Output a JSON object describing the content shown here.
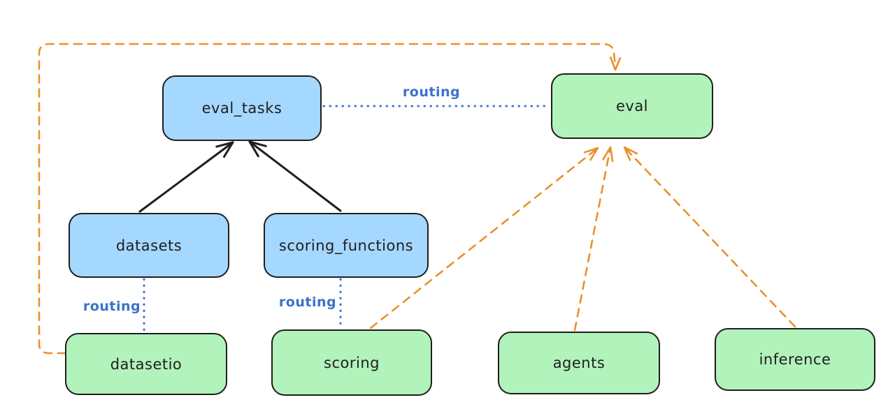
{
  "diagram": {
    "colors": {
      "blue_node_fill": "#a5d8ff",
      "green_node_fill": "#b2f2bb",
      "node_stroke": "#1e1e1e",
      "orange_edge": "#e8912d",
      "routing_blue": "#3b72c8",
      "background": "#ffffff"
    },
    "nodes": {
      "eval_tasks": {
        "label": "eval_tasks",
        "fill": "blue"
      },
      "eval": {
        "label": "eval",
        "fill": "green"
      },
      "datasets": {
        "label": "datasets",
        "fill": "blue"
      },
      "scoring_functions": {
        "label": "scoring_functions",
        "fill": "blue"
      },
      "datasetio": {
        "label": "datasetio",
        "fill": "green"
      },
      "scoring": {
        "label": "scoring",
        "fill": "green"
      },
      "agents": {
        "label": "agents",
        "fill": "green"
      },
      "inference": {
        "label": "inference",
        "fill": "green"
      }
    },
    "edge_labels": {
      "routing_eval": {
        "text": "routing"
      },
      "routing_datasetio": {
        "text": "routing"
      },
      "routing_scoring": {
        "text": "routing"
      }
    },
    "edges": [
      {
        "from": "datasets",
        "to": "eval_tasks",
        "style": "solid-black-arrow"
      },
      {
        "from": "scoring_functions",
        "to": "eval_tasks",
        "style": "solid-black-arrow"
      },
      {
        "from": "eval_tasks",
        "to": "eval",
        "style": "dotted-blue",
        "label": "routing"
      },
      {
        "from": "datasets",
        "to": "datasetio",
        "style": "dotted-blue",
        "label": "routing"
      },
      {
        "from": "scoring_functions",
        "to": "scoring",
        "style": "dotted-blue",
        "label": "routing"
      },
      {
        "from": "datasetio",
        "to": "eval",
        "style": "dashed-orange-arrow"
      },
      {
        "from": "scoring",
        "to": "eval",
        "style": "dashed-orange-arrow"
      },
      {
        "from": "agents",
        "to": "eval",
        "style": "dashed-orange-arrow"
      },
      {
        "from": "inference",
        "to": "eval",
        "style": "dashed-orange-arrow"
      }
    ]
  }
}
